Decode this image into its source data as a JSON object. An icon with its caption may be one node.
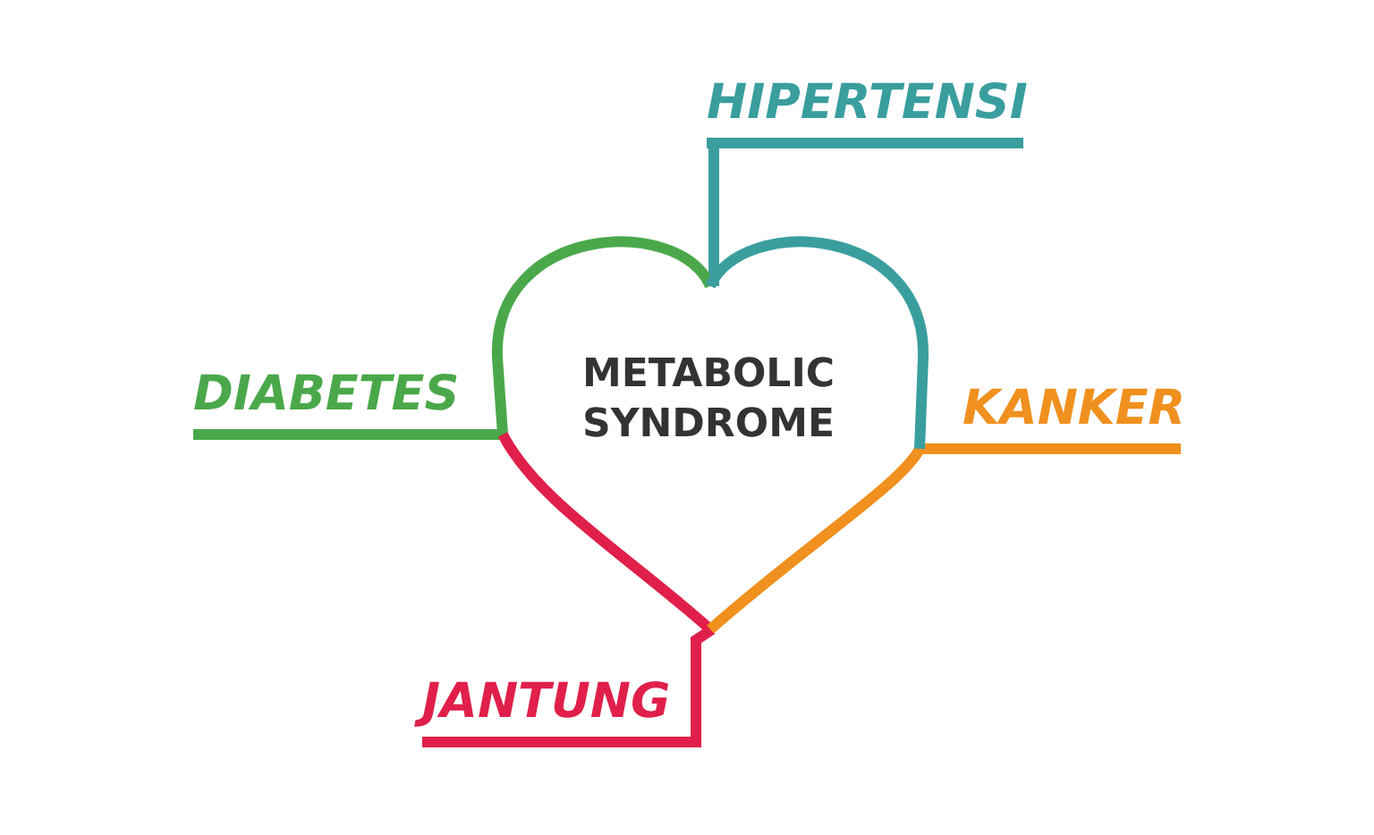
{
  "diagram": {
    "nodes": [
      {
        "text": [
          "METABOLIC SYNDROME"
        ]
      },
      {
        "text": [
          "HIPERTENSI"
        ]
      },
      {
        "text": [
          "DIABETES"
        ]
      },
      {
        "text": [
          "KANKER"
        ]
      },
      {
        "text": [
          "JANTUNG"
        ]
      }
    ],
    "edges": [
      {
        "from": 0,
        "to": 1,
        "arrow": "none",
        "color": "#3a9e9e"
      },
      {
        "from": 0,
        "to": 2,
        "arrow": "none",
        "color": "#4aa84a"
      },
      {
        "from": 0,
        "to": 3,
        "arrow": "none",
        "color": "#f0901e"
      },
      {
        "from": 0,
        "to": 4,
        "arrow": "none",
        "color": "#e0204a"
      }
    ]
  }
}
